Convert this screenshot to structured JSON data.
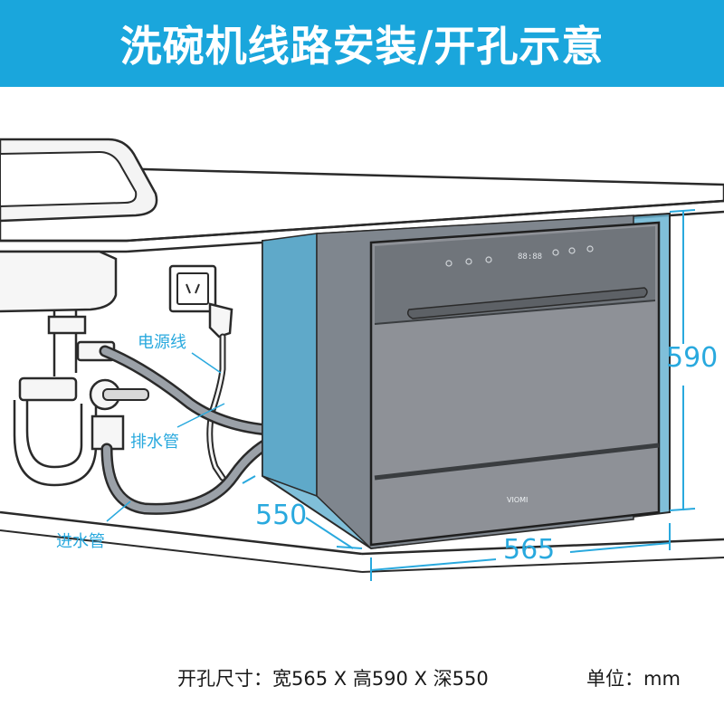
{
  "header": {
    "title": "洗碗机线路安装/开孔示意"
  },
  "labels": {
    "power_cord": "电源线",
    "drain_hose": "排水管",
    "inlet_hose": "进水管"
  },
  "dimensions": {
    "height": "590",
    "width": "565",
    "depth": "550"
  },
  "panel": {
    "brand": "VIOMI",
    "display": "88:88"
  },
  "footer": {
    "spec": "开孔尺寸：宽565 X 高590 X 深550",
    "unit": "单位：mm"
  },
  "colors": {
    "accent": "#1aa6dc",
    "cavity": "#6ab4d2",
    "appliance": "#8e9197"
  }
}
